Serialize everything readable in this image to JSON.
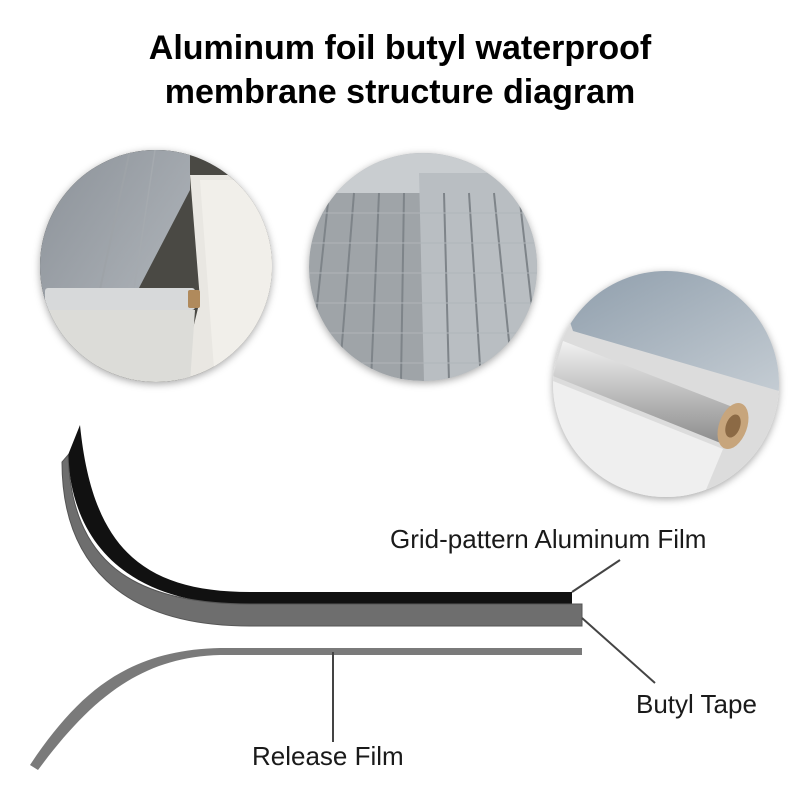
{
  "title": {
    "line1": "Aluminum foil butyl waterproof",
    "line2": "membrane structure diagram"
  },
  "photos": [
    {
      "name": "membrane-roll-on-roof-photo"
    },
    {
      "name": "metal-roof-with-foil-photo"
    },
    {
      "name": "foil-roll-closeup-photo"
    }
  ],
  "layers": {
    "aluminum_label": "Grid-pattern Aluminum Film",
    "butyl_label": "Butyl Tape",
    "release_label": "Release Film"
  },
  "colors": {
    "aluminum_layer": "#111111",
    "butyl_layer": "#6e6e6e",
    "release_layer": "#7a7a7a",
    "leader_line": "#444444"
  }
}
